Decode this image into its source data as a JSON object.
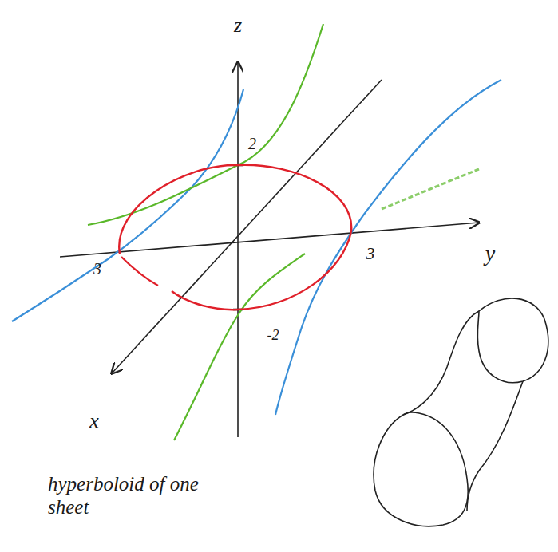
{
  "diagram": {
    "labels": [
      "z",
      "y",
      "x",
      "2",
      "-2",
      "3",
      "3",
      "hyperboloid of one sheet"
    ]
  }
}
